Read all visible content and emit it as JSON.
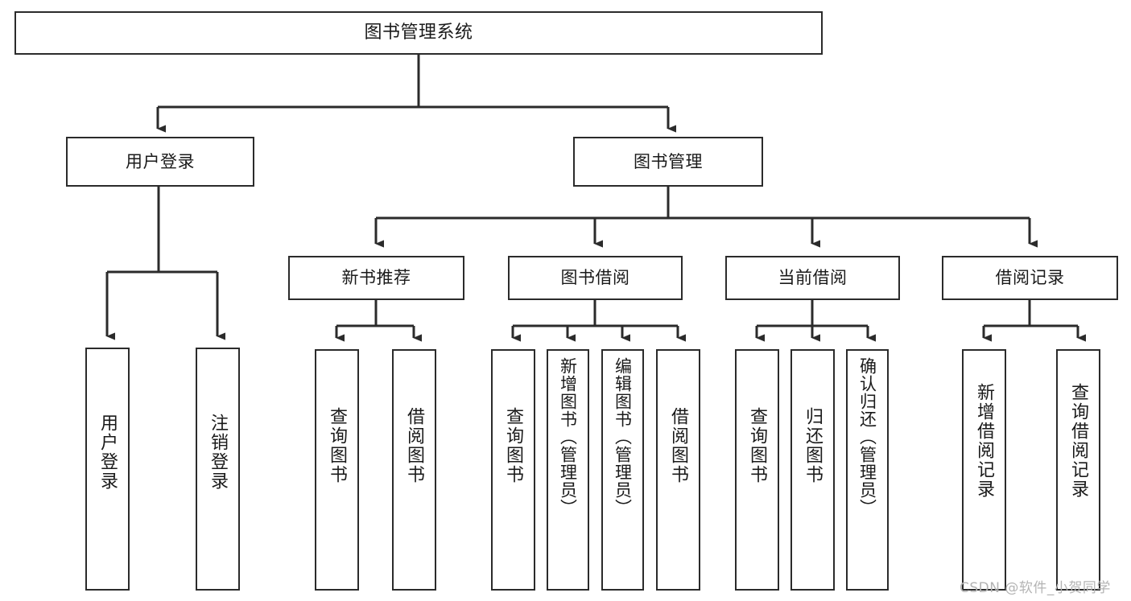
{
  "diagram": {
    "title": "图书管理系统",
    "type": "tree-hierarchy",
    "orientation": "top-down",
    "watermark": "CSDN @软件_小贺同学",
    "colors": {
      "box_border": "#2b2b2b",
      "box_fill": "#ffffff",
      "connector": "#2b2b2b",
      "text": "#1a1a1a",
      "watermark": "#b4b4b4",
      "background": "#ffffff"
    },
    "levels": {
      "root": {
        "label": "图书管理系统"
      },
      "level2": [
        {
          "id": "user-login",
          "label": "用户登录"
        },
        {
          "id": "book-manage",
          "label": "图书管理"
        }
      ],
      "level3": [
        {
          "id": "new-book-recommend",
          "label": "新书推荐",
          "parent": "book-manage"
        },
        {
          "id": "book-borrow",
          "label": "图书借阅",
          "parent": "book-manage"
        },
        {
          "id": "current-borrow",
          "label": "当前借阅",
          "parent": "book-manage"
        },
        {
          "id": "borrow-record",
          "label": "借阅记录",
          "parent": "book-manage"
        }
      ],
      "leaves": [
        {
          "id": "leaf-user-login",
          "label": "用户登录",
          "parent": "user-login"
        },
        {
          "id": "leaf-user-logout",
          "label": "注销登录",
          "parent": "user-login"
        },
        {
          "id": "leaf-query-book-1",
          "label": "查询图书",
          "parent": "new-book-recommend"
        },
        {
          "id": "leaf-borrow-book-1",
          "label": "借阅图书",
          "parent": "new-book-recommend"
        },
        {
          "id": "leaf-query-book-2",
          "label": "查询图书",
          "parent": "book-borrow"
        },
        {
          "id": "leaf-add-book",
          "label": "新增图书（管理员）",
          "parent": "book-borrow"
        },
        {
          "id": "leaf-edit-book",
          "label": "编辑图书（管理员）",
          "parent": "book-borrow"
        },
        {
          "id": "leaf-borrow-book-2",
          "label": "借阅图书",
          "parent": "book-borrow"
        },
        {
          "id": "leaf-query-book-3",
          "label": "查询图书",
          "parent": "current-borrow"
        },
        {
          "id": "leaf-return-book",
          "label": "归还图书",
          "parent": "current-borrow"
        },
        {
          "id": "leaf-confirm-return",
          "label": "确认归还（管理员）",
          "parent": "current-borrow"
        },
        {
          "id": "leaf-add-record",
          "label": "新增借阅记录",
          "parent": "borrow-record"
        },
        {
          "id": "leaf-query-record",
          "label": "查询借阅记录",
          "parent": "borrow-record"
        }
      ]
    }
  }
}
